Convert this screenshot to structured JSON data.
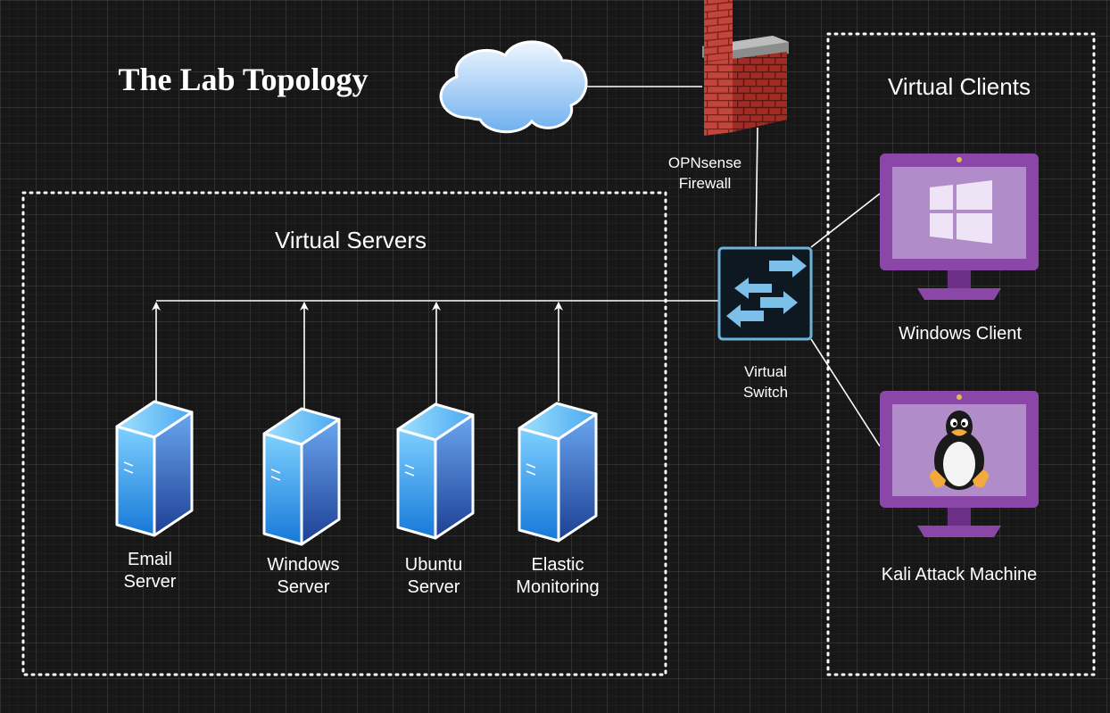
{
  "title": "The Lab Topology",
  "groups": {
    "servers": "Virtual Servers",
    "clients": "Virtual Clients"
  },
  "network": {
    "firewall": "OPNsense\nFirewall",
    "switch": "Virtual\nSwitch"
  },
  "servers": [
    {
      "label": "Email\nServer",
      "icon": "server-tower-icon"
    },
    {
      "label": "Windows\nServer",
      "icon": "server-tower-icon"
    },
    {
      "label": "Ubuntu\nServer",
      "icon": "server-tower-icon"
    },
    {
      "label": "Elastic\nMonitoring",
      "icon": "server-tower-icon"
    }
  ],
  "clients": [
    {
      "label": "Windows Client",
      "icon": "windows-monitor-icon"
    },
    {
      "label": "Kali Attack Machine",
      "icon": "linux-monitor-icon"
    }
  ],
  "icons": {
    "internet": "cloud-icon",
    "firewall": "brick-firewall-icon",
    "switch": "switch-arrows-icon"
  },
  "colors": {
    "background": "#171717",
    "connector": "#ffffff",
    "switch_border": "#6cb4d9",
    "switch_arrows": "#7cc0ea",
    "server_blue": "#2e8ae6",
    "monitor_purple": "#8e4fa6",
    "firewall_red": "#c0392b"
  }
}
